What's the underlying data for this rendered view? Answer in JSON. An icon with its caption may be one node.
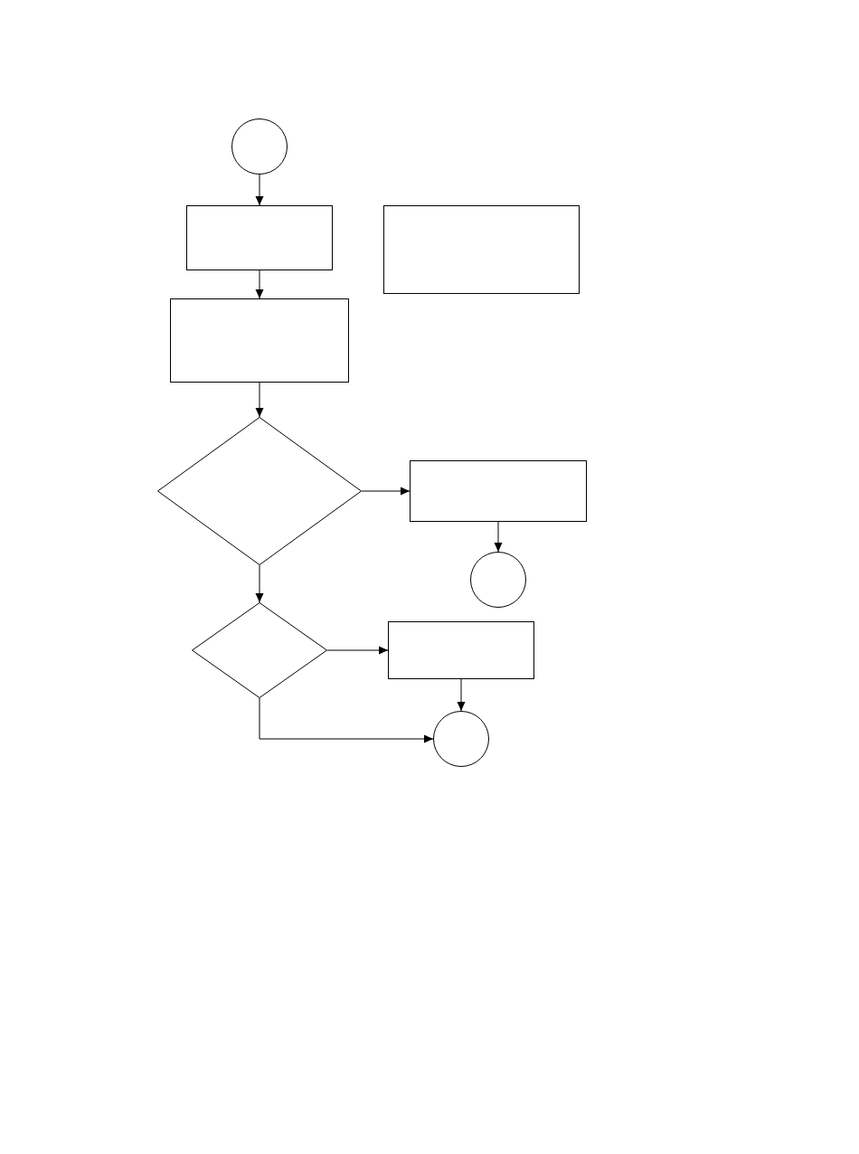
{
  "diagram": {
    "nodes": [
      {
        "text": [],
        "shape": "circle"
      },
      {
        "text": [],
        "shape": "box"
      },
      {
        "text": [],
        "shape": "box"
      },
      {
        "text": [],
        "shape": "box"
      },
      {
        "text": [],
        "shape": "diamond"
      },
      {
        "text": [],
        "shape": "box"
      },
      {
        "text": [],
        "shape": "circle"
      },
      {
        "text": [],
        "shape": "diamond"
      },
      {
        "text": [],
        "shape": "box"
      },
      {
        "text": [],
        "shape": "circle"
      }
    ],
    "edges": [
      {
        "from": 0,
        "to": 1,
        "arrow": "to"
      },
      {
        "from": 1,
        "to": 3,
        "arrow": "to"
      },
      {
        "from": 3,
        "to": 4,
        "arrow": "to"
      },
      {
        "from": 4,
        "to": 5,
        "arrow": "to"
      },
      {
        "from": 4,
        "to": 7,
        "arrow": "to"
      },
      {
        "from": 5,
        "to": 6,
        "arrow": "to"
      },
      {
        "from": 7,
        "to": 8,
        "arrow": "to"
      },
      {
        "from": 8,
        "to": 9,
        "arrow": "to"
      },
      {
        "from": 7,
        "to": 9,
        "arrow": "to"
      }
    ]
  }
}
